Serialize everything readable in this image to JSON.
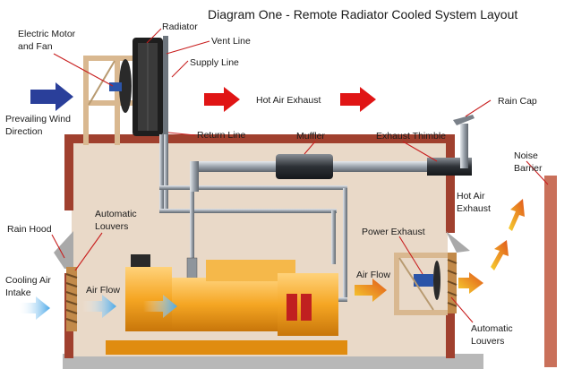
{
  "title": "Diagram One - Remote Radiator Cooled System Layout",
  "labels": {
    "electric_motor": [
      "Electric Motor",
      "and Fan"
    ],
    "radiator": "Radiator",
    "vent_line": "Vent Line",
    "supply_line": "Supply Line",
    "return_line": "Return Line",
    "prevailing_wind": [
      "Prevailing Wind",
      "Direction"
    ],
    "hot_air_exhaust_top": "Hot Air Exhaust",
    "rain_cap": "Rain Cap",
    "muffler": "Muffler",
    "exhaust_thimble": "Exhaust Thimble",
    "noise_barrier": [
      "Noise",
      "Barrier"
    ],
    "hot_air_exhaust_right": [
      "Hot Air",
      "Exhaust"
    ],
    "rain_hood": "Rain Hood",
    "automatic_louvers_left": [
      "Automatic",
      "Louvers"
    ],
    "power_exhaust": "Power Exhaust",
    "cooling_air_intake": [
      "Cooling Air",
      "Intake"
    ],
    "air_flow_left": "Air Flow",
    "air_flow_right": "Air Flow",
    "automatic_louvers_right": [
      "Automatic",
      "Louvers"
    ]
  },
  "colors": {
    "wall": "#a0402e",
    "room_fill": "#e9d9c8",
    "wood": "#d9b890",
    "generator": "#f0a020",
    "wind_arrow": "#2a3f9a",
    "hot_arrow": "#e01515",
    "pipe": "#9aa2ab",
    "leader": "#c81e1e"
  }
}
